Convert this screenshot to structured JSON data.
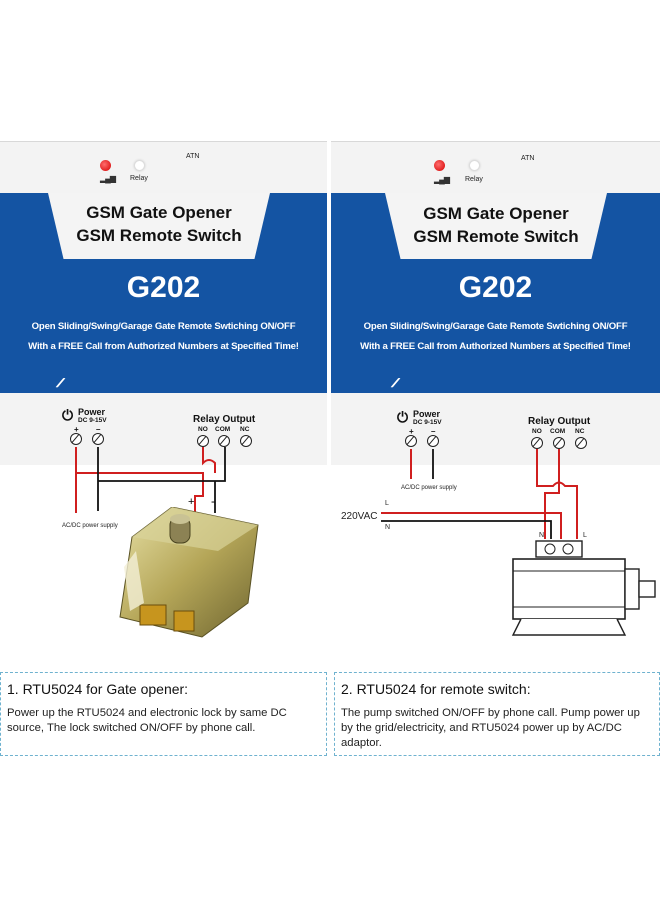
{
  "device": {
    "antenna_label": "ATN",
    "relay_led_label": "Relay",
    "title_line1": "GSM Gate Opener",
    "title_line2": "GSM Remote Switch",
    "model": "G202",
    "feature_line1": "Open Sliding/Swing/Garage Gate     Remote Swtiching ON/OFF",
    "feature_line2": "With a FREE Call from Authorized Numbers at Specified Time!",
    "power_label": "Power",
    "power_spec": "DC 9-15V",
    "relay_output_label": "Relay Output",
    "terminals": [
      "NO",
      "COM",
      "NC"
    ]
  },
  "left_diagram": {
    "supply_label": "AC/DC power supply",
    "lock_plus": "+",
    "lock_minus": "-"
  },
  "right_diagram": {
    "supply_label": "AC/DC power supply",
    "mains_label": "220VAC",
    "line_label": "L",
    "neutral_label": "N"
  },
  "captions": [
    {
      "title": "1. RTU5024 for Gate opener:",
      "body": "Power up the RTU5024 and electronic lock by same DC source, The lock switched ON/OFF by phone call."
    },
    {
      "title": "2. RTU5024 for remote switch:",
      "body": "The pump switched ON/OFF by phone call. Pump power up by the grid/electricity, and RTU5024 power up by AC/DC adaptor."
    }
  ],
  "colors": {
    "panel_blue": "#1454a3",
    "wire_red": "#d01f1f",
    "wire_black": "#111111",
    "caption_border": "#6fb2cf"
  }
}
